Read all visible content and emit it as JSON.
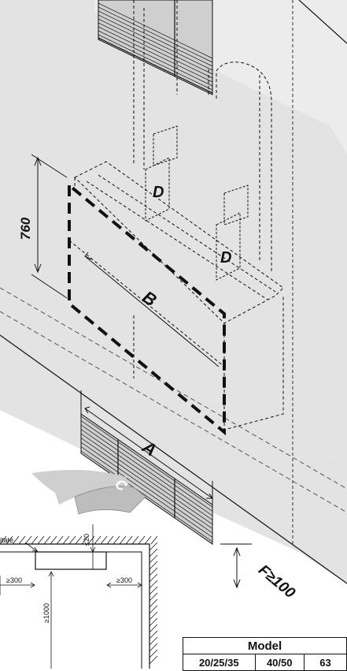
{
  "labels": {
    "height_dim": "760",
    "a": "A",
    "b": "B",
    "c": "C",
    "d_top": "D",
    "d_bottom": "D",
    "f": "F≥100"
  },
  "plan": {
    "unit_label": "itate",
    "top_clear": "≤20",
    "left_clear": "≥300",
    "right_clear": "≥300",
    "front_clear": "≥1000"
  },
  "table": {
    "title": "Model",
    "models": [
      "20/25/35",
      "40/50",
      "63"
    ]
  },
  "colors": {
    "wall": "#e3e3e3",
    "line": "#111111"
  }
}
